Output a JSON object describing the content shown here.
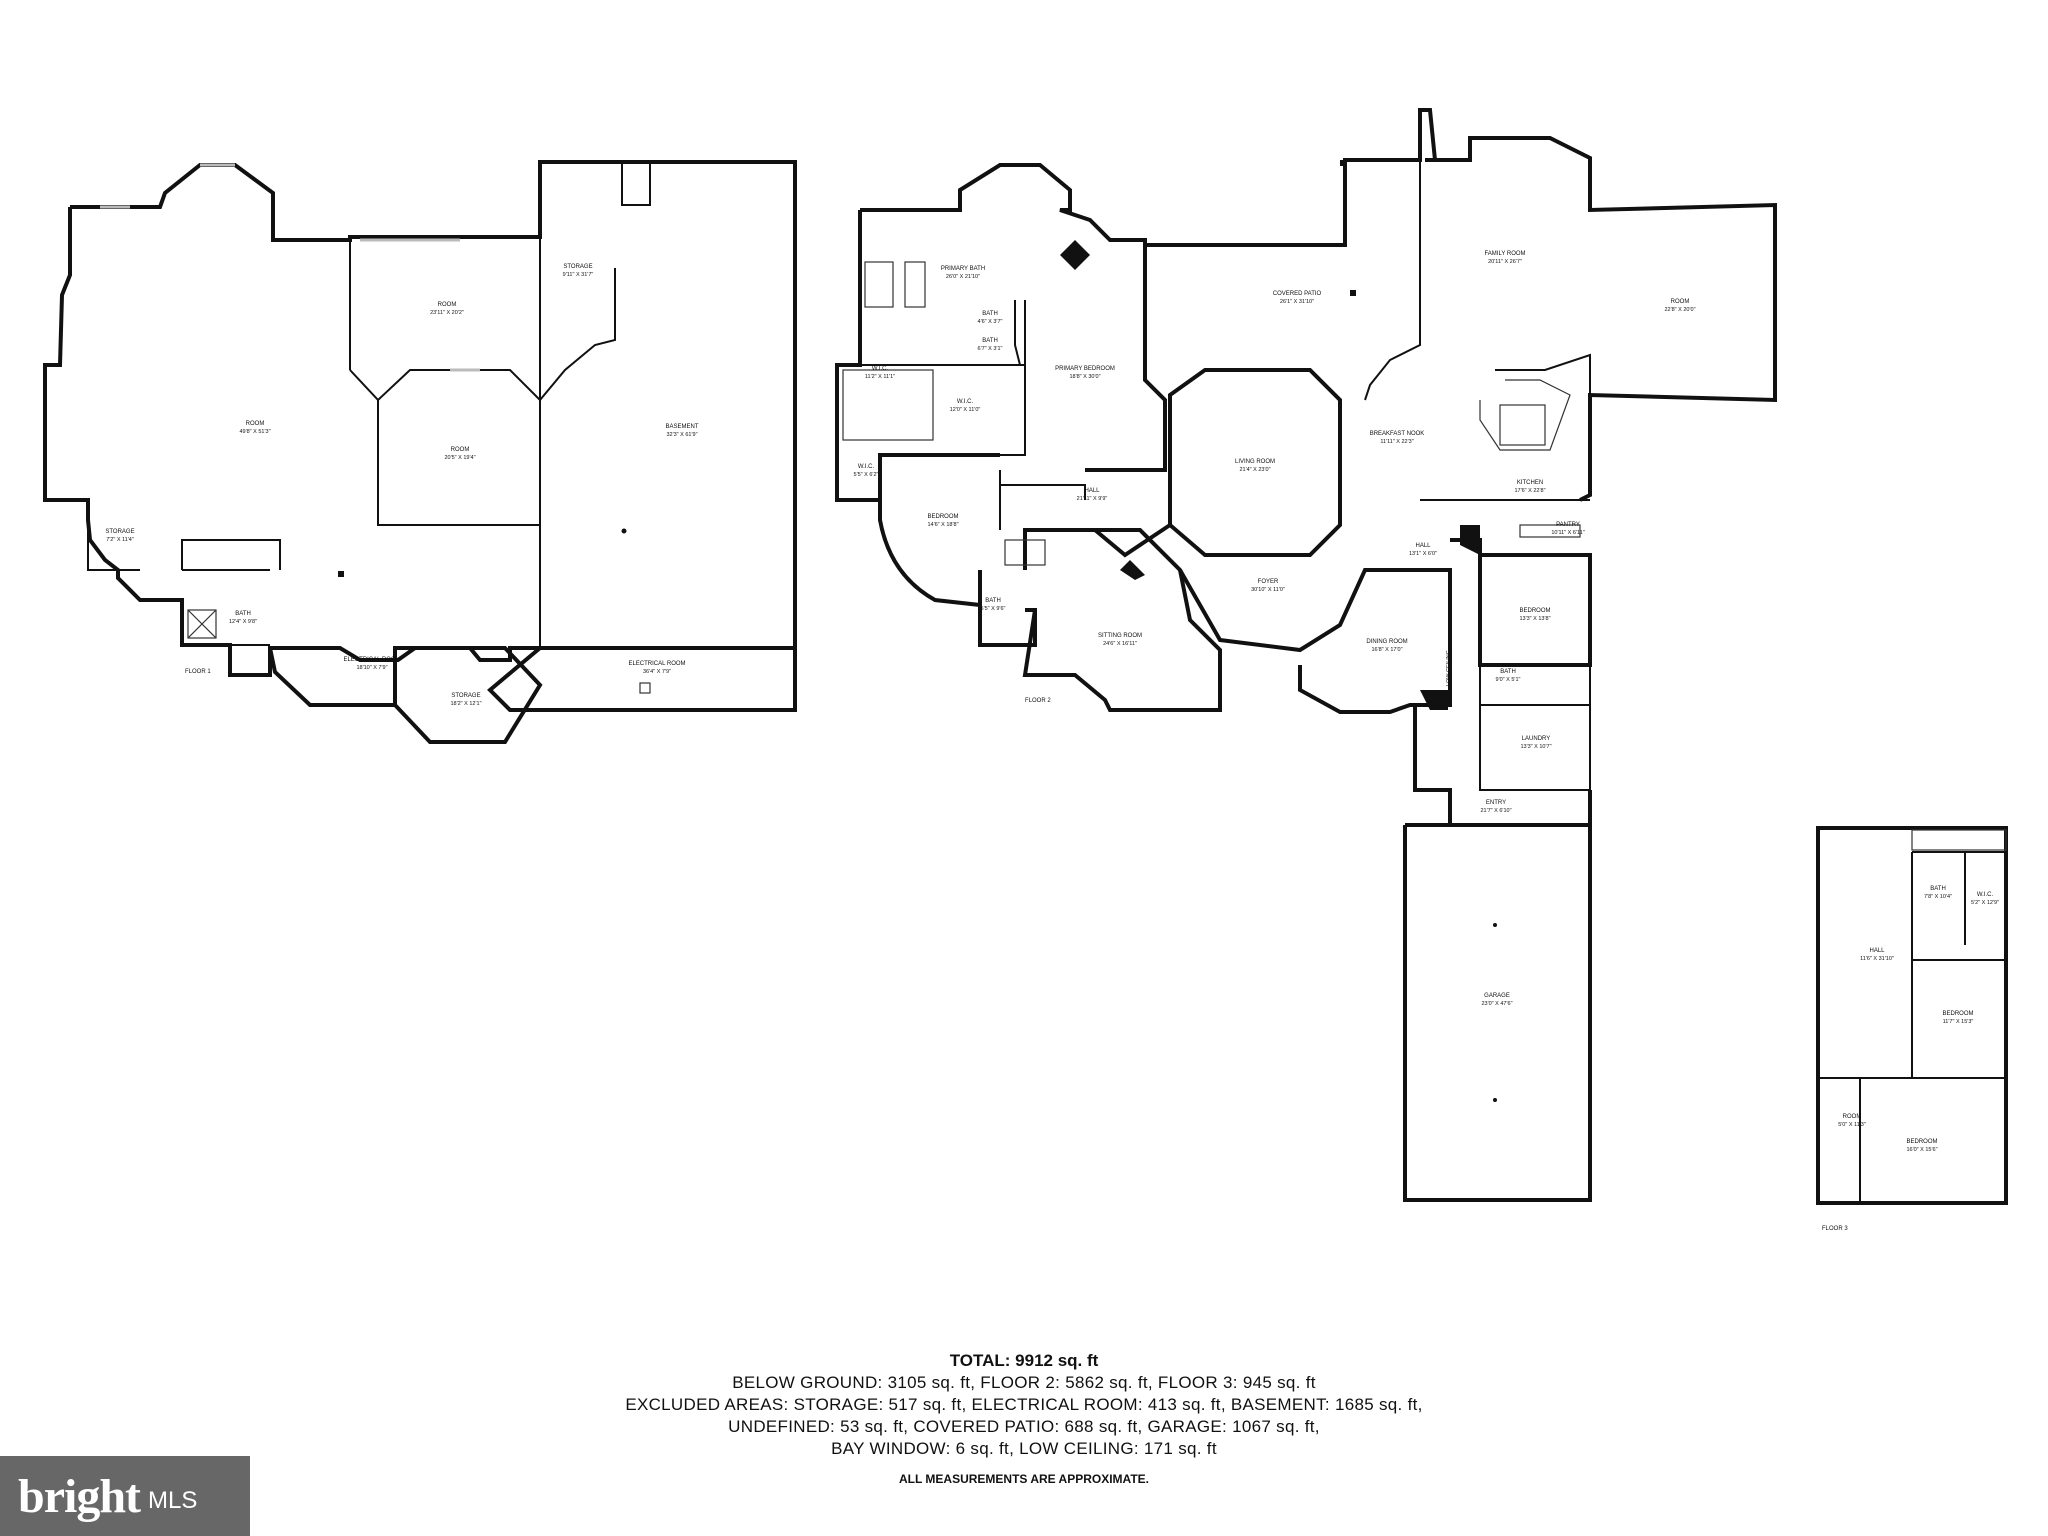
{
  "floor_labels": {
    "floor1": "FLOOR 1",
    "floor2": "FLOOR 2",
    "floor3": "FLOOR 3"
  },
  "rooms": {
    "f1_room_large": {
      "name": "ROOM",
      "dims": "49'8\" X 51'3\""
    },
    "f1_room_top": {
      "name": "ROOM",
      "dims": "23'11\" X 20'2\""
    },
    "f1_room_mid": {
      "name": "ROOM",
      "dims": "20'5\" X 19'4\""
    },
    "f1_storage_top": {
      "name": "STORAGE",
      "dims": "9'11\" X 31'7\""
    },
    "f1_basement": {
      "name": "BASEMENT",
      "dims": "32'3\" X 61'9\""
    },
    "f1_storage_left": {
      "name": "STORAGE",
      "dims": "7'2\" X 11'4\""
    },
    "f1_bath": {
      "name": "BATH",
      "dims": "12'4\" X 9'8\""
    },
    "f1_electrical_left": {
      "name": "ELECTRICAL ROOM",
      "dims": "18'10\" X 7'9\""
    },
    "f1_storage_bottom": {
      "name": "STORAGE",
      "dims": "18'2\" X 12'1\""
    },
    "f1_electrical_right": {
      "name": "ELECTRICAL ROOM",
      "dims": "36'4\" X 7'9\""
    },
    "f2_primary_bath": {
      "name": "PRIMARY BATH",
      "dims": "26'0\" X 21'10\""
    },
    "f2_bath_a": {
      "name": "BATH",
      "dims": "4'6\" X 3'7\""
    },
    "f2_bath_b": {
      "name": "BATH",
      "dims": "6'7\" X 3'1\""
    },
    "f2_wic_a": {
      "name": "W.I.C.",
      "dims": "11'2\" X 11'1\""
    },
    "f2_wic_b": {
      "name": "W.I.C.",
      "dims": "12'0\" X 11'0\""
    },
    "f2_wic_c": {
      "name": "W.I.C.",
      "dims": "5'5\" X 6'2\""
    },
    "f2_primary_bedroom": {
      "name": "PRIMARY BEDROOM",
      "dims": "18'8\" X 30'0\""
    },
    "f2_covered_patio": {
      "name": "COVERED PATIO",
      "dims": "26'1\" X 31'10\""
    },
    "f2_family_room": {
      "name": "FAMILY ROOM",
      "dims": "20'11\" X 26'7\""
    },
    "f2_room": {
      "name": "ROOM",
      "dims": "22'8\" X 20'0\""
    },
    "f2_living_room": {
      "name": "LIVING ROOM",
      "dims": "21'4\" X 23'0\""
    },
    "f2_breakfast_nook": {
      "name": "BREAKFAST NOOK",
      "dims": "11'11\" X 22'3\""
    },
    "f2_kitchen": {
      "name": "KITCHEN",
      "dims": "17'6\" X 22'8\""
    },
    "f2_pantry": {
      "name": "PANTRY",
      "dims": "10'11\" X 6'11\""
    },
    "f2_bedroom_left": {
      "name": "BEDROOM",
      "dims": "14'6\" X 18'8\""
    },
    "f2_hall_upper": {
      "name": "HALL",
      "dims": "21'11\" X 9'9\""
    },
    "f2_hall_right": {
      "name": "HALL",
      "dims": "13'1\" X 6'0\""
    },
    "f2_foyer": {
      "name": "FOYER",
      "dims": "30'10\" X 11'0\""
    },
    "f2_bath_c": {
      "name": "BATH",
      "dims": "5'5\" X 9'6\""
    },
    "f2_sitting_room": {
      "name": "SITTING ROOM",
      "dims": "24'6\" X 16'11\""
    },
    "f2_dining_room": {
      "name": "DINING ROOM",
      "dims": "16'8\" X 17'0\""
    },
    "f2_bedroom_right": {
      "name": "BEDROOM",
      "dims": "13'3\" X 13'8\""
    },
    "f2_bath_d": {
      "name": "BATH",
      "dims": "9'0\" X 5'1\""
    },
    "f2_laundry": {
      "name": "LAUNDRY",
      "dims": "13'3\" X 10'7\""
    },
    "f2_entry": {
      "name": "ENTRY",
      "dims": "21'7\" X 6'10\""
    },
    "f2_garage": {
      "name": "GARAGE",
      "dims": "23'0\" X 47'6\""
    },
    "f3_bath": {
      "name": "BATH",
      "dims": "7'8\" X 10'4\""
    },
    "f3_wic": {
      "name": "W.I.C.",
      "dims": "5'2\" X 12'9\""
    },
    "f3_hall": {
      "name": "HALL",
      "dims": "11'6\" X 31'10\""
    },
    "f3_bedroom_a": {
      "name": "BEDROOM",
      "dims": "11'7\" X 15'3\""
    },
    "f3_room": {
      "name": "ROOM",
      "dims": "5'0\" X 11'3\""
    },
    "f3_bedroom_b": {
      "name": "BEDROOM",
      "dims": "16'0\" X 15'6\""
    }
  },
  "low_ceiling_label": "LOW CEILING",
  "summary": {
    "total": "TOTAL: 9912 sq. ft",
    "line1": "BELOW GROUND: 3105 sq. ft, FLOOR 2: 5862 sq. ft, FLOOR 3: 945 sq. ft",
    "line2": "EXCLUDED AREAS: STORAGE: 517 sq. ft, ELECTRICAL ROOM: 413 sq. ft, BASEMENT: 1685 sq. ft,",
    "line3": "UNDEFINED: 53 sq. ft, COVERED PATIO: 688 sq. ft, GARAGE: 1067 sq. ft,",
    "line4": "BAY WINDOW: 6 sq. ft, LOW CEILING: 171 sq. ft",
    "approx": "ALL MEASUREMENTS ARE APPROXIMATE."
  },
  "logo": {
    "brand": "bright",
    "suffix": "MLS"
  }
}
